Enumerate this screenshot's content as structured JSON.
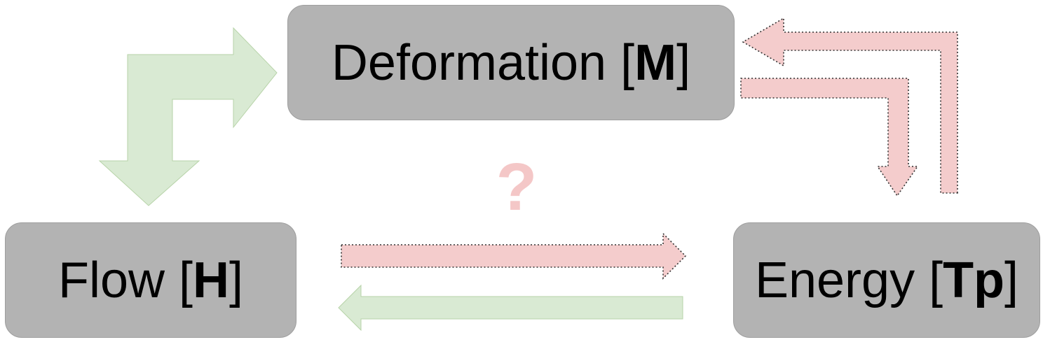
{
  "nodes": {
    "deformation": {
      "label": "Deformation [",
      "bold": "M",
      "close": "]"
    },
    "flow": {
      "label": "Flow [",
      "bold": "H",
      "close": "]"
    },
    "energy": {
      "label": "Energy [",
      "bold": "Tp",
      "close": "]"
    }
  },
  "question_mark": "?",
  "colors": {
    "node_fill": "#b3b3b3",
    "green_arrow": "#d9ead3",
    "red_arrow": "#f4cccc",
    "question": "#f4c7c7"
  },
  "arrows": [
    {
      "from": "flow",
      "to": "deformation",
      "color": "green",
      "style": "solid"
    },
    {
      "from": "deformation",
      "to": "flow",
      "color": "green",
      "style": "solid"
    },
    {
      "from": "energy",
      "to": "deformation",
      "color": "red",
      "style": "dotted"
    },
    {
      "from": "deformation",
      "to": "energy",
      "color": "red",
      "style": "dotted"
    },
    {
      "from": "flow",
      "to": "energy",
      "color": "red",
      "style": "dotted"
    },
    {
      "from": "energy",
      "to": "flow",
      "color": "green",
      "style": "solid"
    }
  ]
}
